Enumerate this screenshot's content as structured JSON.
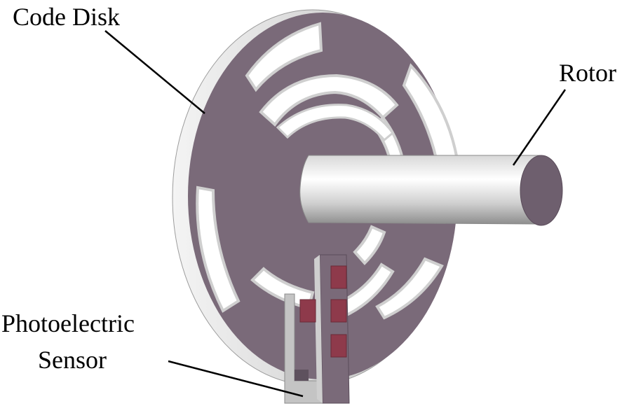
{
  "labels": {
    "code_disk": "Code Disk",
    "rotor": "Rotor",
    "sensor_line1": "Photoelectric",
    "sensor_line2": "Sensor"
  },
  "colors": {
    "disk_face": "#7a6a79",
    "disk_edge": "#dcdcdc",
    "slot_wall": "#d2d2d2",
    "rotor_light": "#f2f2f2",
    "rotor_dark": "#9a9a9a",
    "rotor_end": "#6e5f6e",
    "sensor_body": "#7a6a79",
    "sensor_arm": "#b0b0b0",
    "detector": "#8e3a4b",
    "leader_line": "#000000"
  }
}
